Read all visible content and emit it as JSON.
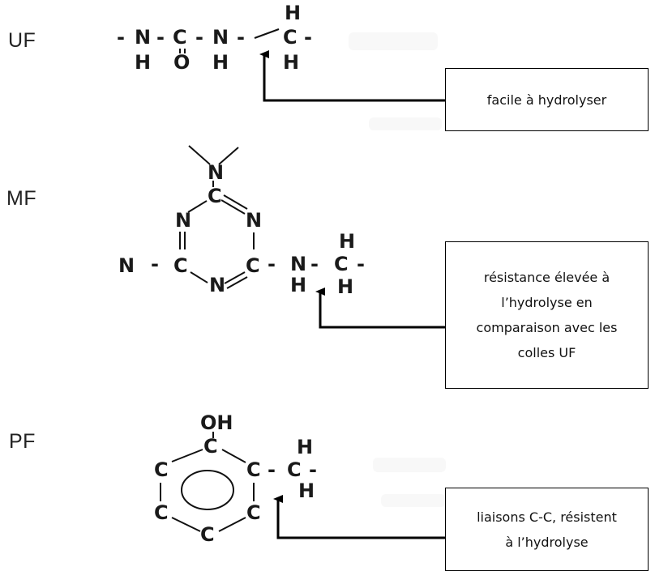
{
  "rows": [
    {
      "label": "UF",
      "callout": [
        "facile à hydrolyser"
      ]
    },
    {
      "label": "MF",
      "callout": [
        "résistance élevée à",
        "l’hydrolyse en",
        "comparaison avec les",
        "colles UF"
      ]
    },
    {
      "label": "PF",
      "callout": [
        "liaisons C-C, résistent",
        "à l’hydrolyse"
      ]
    }
  ]
}
